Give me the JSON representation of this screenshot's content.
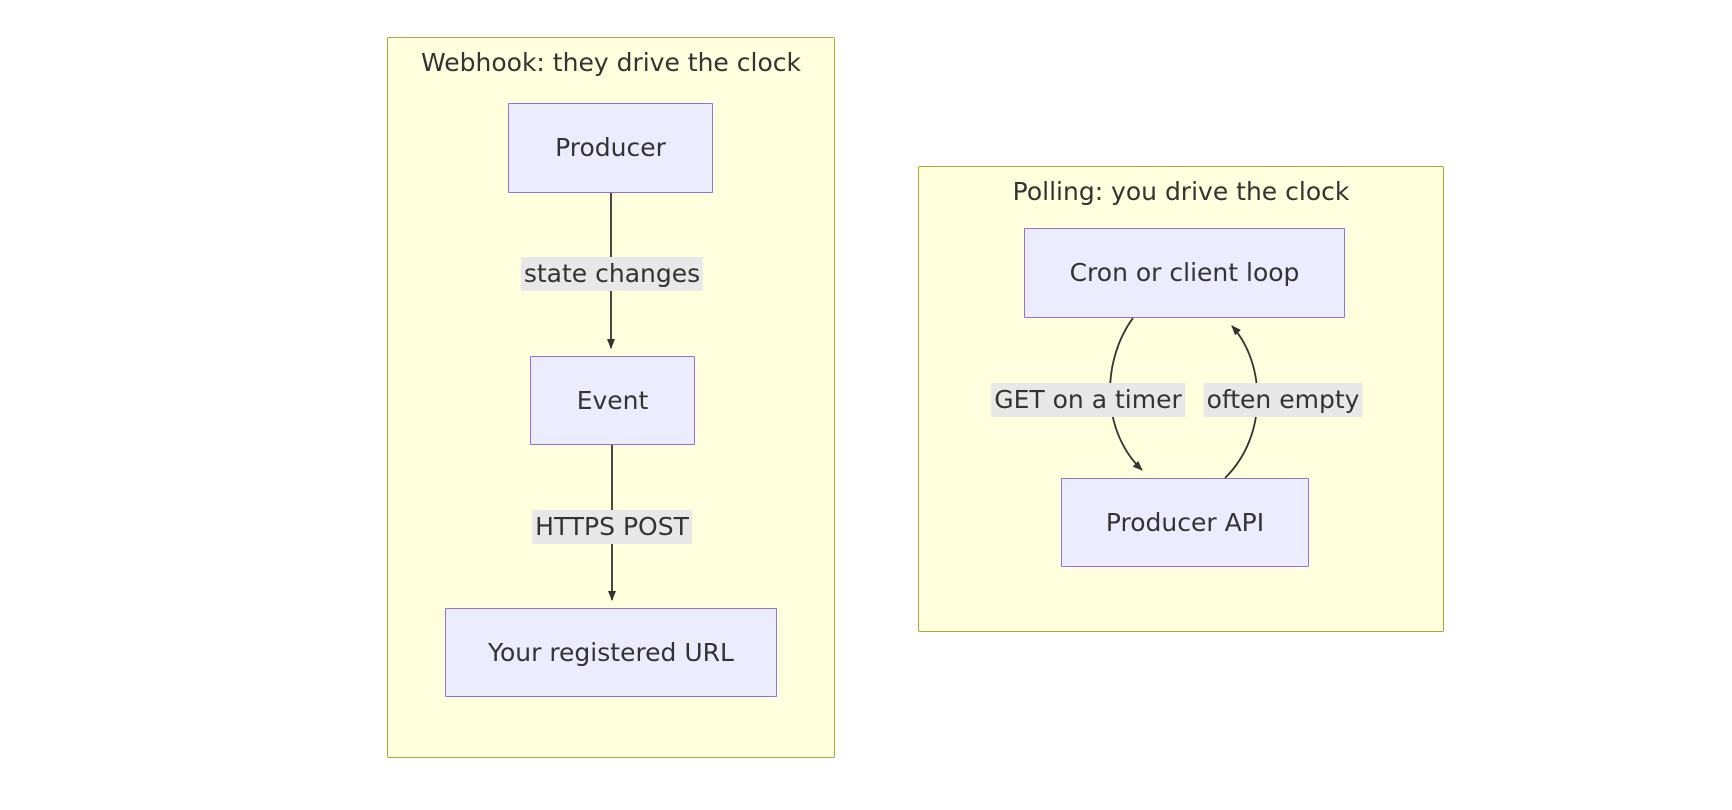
{
  "diagram": {
    "type": "flowchart",
    "background": "#ffffff",
    "palette": {
      "cluster_fill": "#ffffde",
      "cluster_stroke": "#aaaa33",
      "node_fill": "#ececff",
      "node_stroke": "#9370db",
      "edge_stroke": "#333333",
      "text": "#333333",
      "edge_label_bg": "#e8e8e8"
    },
    "clusters": [
      {
        "id": "webhook",
        "title": "Webhook: they drive the clock",
        "nodes": [
          {
            "id": "producer",
            "label": "Producer"
          },
          {
            "id": "event",
            "label": "Event"
          },
          {
            "id": "registered_url",
            "label": "Your registered URL"
          }
        ],
        "edges": [
          {
            "from": "producer",
            "to": "event",
            "label": "state changes",
            "style": "straight-arrow"
          },
          {
            "from": "event",
            "to": "registered_url",
            "label": "HTTPS POST",
            "style": "straight-arrow"
          }
        ]
      },
      {
        "id": "polling",
        "title": "Polling: you drive the clock",
        "nodes": [
          {
            "id": "cron_loop",
            "label": "Cron or client loop"
          },
          {
            "id": "producer_api",
            "label": "Producer API"
          }
        ],
        "edges": [
          {
            "from": "cron_loop",
            "to": "producer_api",
            "label": "GET on a timer",
            "style": "curved-arrow-down"
          },
          {
            "from": "producer_api",
            "to": "cron_loop",
            "label": "often empty",
            "style": "curved-arrow-up"
          }
        ]
      }
    ]
  }
}
